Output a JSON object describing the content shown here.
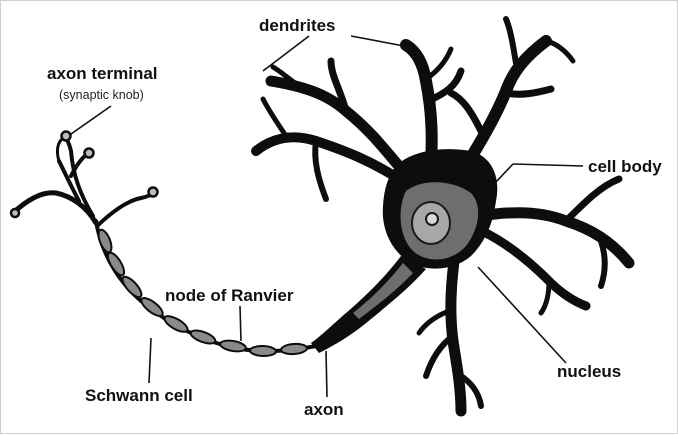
{
  "labels": {
    "dendrites": "dendrites",
    "axon_terminal": "axon terminal",
    "synaptic_knob": "(synaptic knob)",
    "cell_body": "cell body",
    "node_of_ranvier": "node of Ranvier",
    "nucleus": "nucleus",
    "schwann_cell": "Schwann cell",
    "axon": "axon"
  },
  "colors": {
    "neuron": "#0d0d0d",
    "cytoplasm": "#6e6e6e",
    "nucleus": "#a8a8a8",
    "nucleolus": "#d9d9d9",
    "schwann": "#8a8a8a",
    "leader": "#111111"
  }
}
